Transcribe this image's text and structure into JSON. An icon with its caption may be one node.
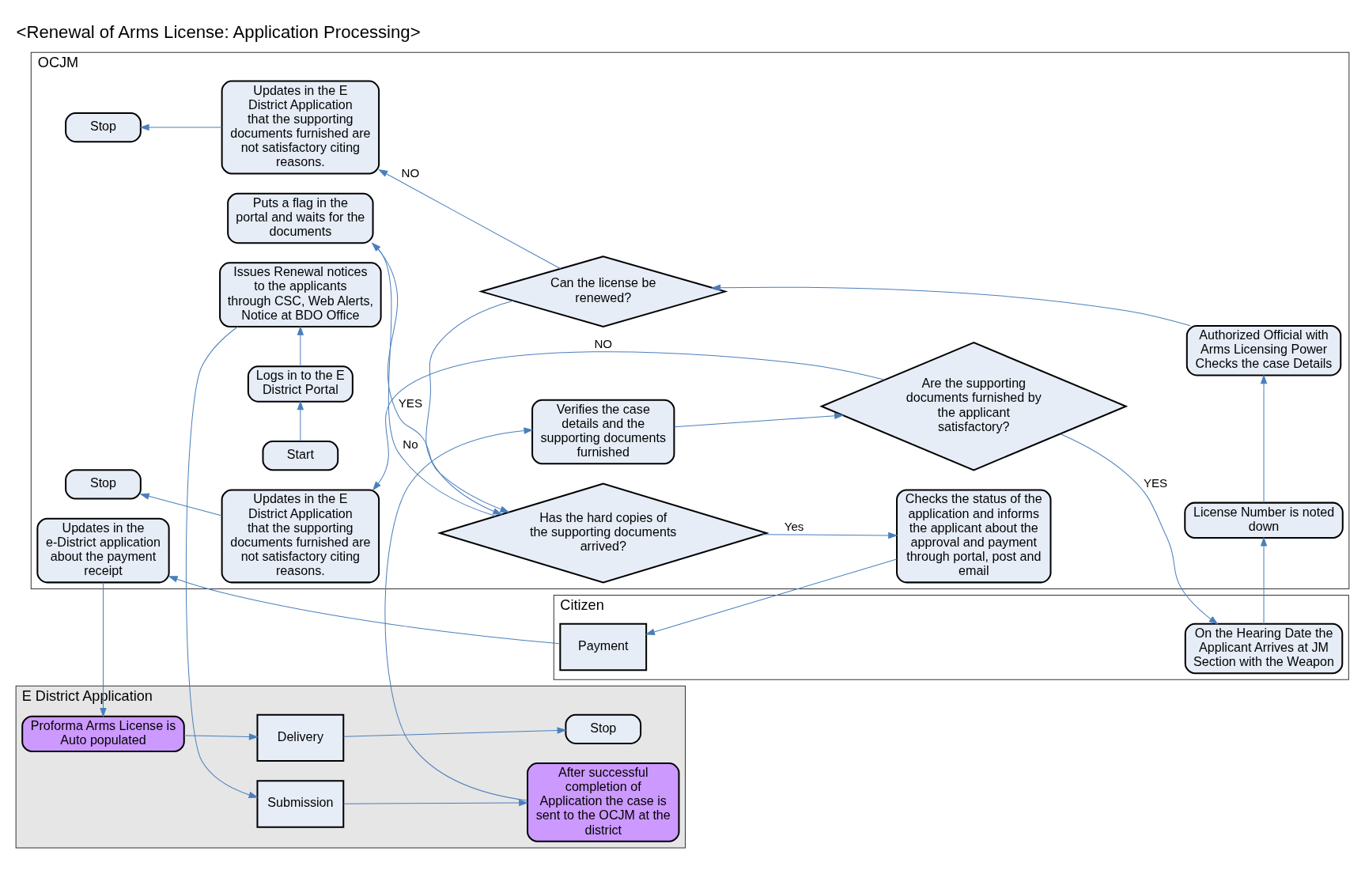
{
  "diagram": {
    "title": "<Renewal of Arms License: Application Processing>",
    "nodes": [
      {
        "text": [
          "OCJM"
        ]
      },
      {
        "text": [
          "Authorized Official with Arms Licensing Power Checks the case Details"
        ],
        "in": 0
      },
      {
        "text": [
          "Can the license be renewed?"
        ],
        "in": 0
      },
      {
        "text": [
          "Updates in the E District Application that the supporting documents furnished are not satisfactory citing reasons."
        ],
        "in": 0
      },
      {
        "text": [
          "Stop"
        ],
        "in": 0
      },
      {
        "text": [
          "Start"
        ],
        "in": 0
      },
      {
        "text": [
          "Logs in to the E District Portal"
        ],
        "in": 0
      },
      {
        "text": [
          "Verifies the case details and the supporting documents furnished"
        ],
        "in": 0
      },
      {
        "text": [
          "Are the supporting documents furnished by the applicant satisfactory?"
        ],
        "in": 0
      },
      {
        "text": [
          "Updates in the E District Application that the supporting documents furnished are not satisfactory citing reasons."
        ],
        "in": 0
      },
      {
        "text": [
          "Stop"
        ],
        "in": 0
      },
      {
        "text": [
          "Updates in the e-District application about the payment receipt"
        ],
        "in": 0
      },
      {
        "text": [
          "Issues Renewal notices to the applicants through CSC, Web Alerts, Notice at BDO Office"
        ],
        "in": 0
      },
      {
        "text": [
          "License Number is noted down"
        ],
        "in": 0
      },
      {
        "text": [
          "Checks the status of the application and informs the applicant about the approval and payment through portal, post and email"
        ],
        "in": 0
      },
      {
        "text": [
          "Has the hard copies of the supporting documents arrived?"
        ],
        "in": 0
      },
      {
        "text": [
          "Puts a flag in the portal and waits for the documents"
        ],
        "in": 0
      },
      {
        "text": [
          "Citizen"
        ]
      },
      {
        "text": [
          "Payment"
        ],
        "in": 17
      },
      {
        "text": [
          "On the Hearing Date the Applicant Arrives at JM Section with the Weapon"
        ],
        "in": 17
      },
      {
        "text": [
          "E District Application"
        ]
      },
      {
        "text": [
          "Submission"
        ],
        "in": 20
      },
      {
        "text": [
          "After successful completion of Application the case is sent to the OCJM at the district"
        ],
        "in": 20
      },
      {
        "text": [
          "Stop"
        ],
        "in": 20
      },
      {
        "text": [
          "Delivery"
        ],
        "in": 20
      },
      {
        "text": [
          "Proforma Arms License is Auto populated"
        ],
        "in": 20
      }
    ],
    "edges": [
      {
        "from": 5,
        "to": 6,
        "arrow": "to"
      },
      {
        "from": 6,
        "to": 12,
        "arrow": "to"
      },
      {
        "from": 12,
        "to": 21,
        "arrow": "to"
      },
      {
        "from": 21,
        "to": 22,
        "arrow": "to"
      },
      {
        "from": 22,
        "to": 7,
        "arrow": "to"
      },
      {
        "from": 7,
        "to": 8,
        "arrow": "to"
      },
      {
        "from": 8,
        "to": 9,
        "label": "NO",
        "arrow": "to"
      },
      {
        "from": 9,
        "to": 10,
        "arrow": "to"
      },
      {
        "from": 8,
        "to": 19,
        "label": "YES",
        "arrow": "to"
      },
      {
        "from": 19,
        "to": 13,
        "arrow": "to"
      },
      {
        "from": 13,
        "to": 1,
        "arrow": "to"
      },
      {
        "from": 1,
        "to": 2,
        "arrow": "to"
      },
      {
        "from": 2,
        "to": 3,
        "label": "NO",
        "arrow": "to"
      },
      {
        "from": 3,
        "to": 4,
        "arrow": "to"
      },
      {
        "from": 2,
        "to": 15,
        "label": "YES",
        "arrow": "to"
      },
      {
        "from": 15,
        "to": 16,
        "label": "No",
        "arrow": "to"
      },
      {
        "from": 16,
        "to": 15,
        "arrow": "to"
      },
      {
        "from": 15,
        "to": 14,
        "label": "Yes",
        "arrow": "to"
      },
      {
        "from": 14,
        "to": 18,
        "arrow": "to"
      },
      {
        "from": 18,
        "to": 11,
        "arrow": "to"
      },
      {
        "from": 11,
        "to": 25,
        "arrow": "to"
      },
      {
        "from": 25,
        "to": 24,
        "arrow": "to"
      },
      {
        "from": 24,
        "to": 23,
        "arrow": "to"
      }
    ]
  }
}
